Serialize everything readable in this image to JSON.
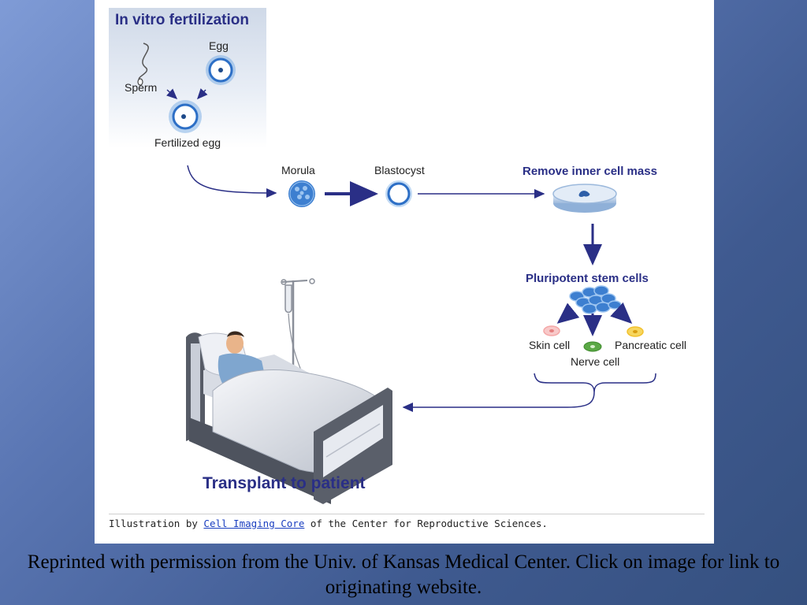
{
  "diagram": {
    "ivf_title": "In vitro fertilization",
    "egg": "Egg",
    "sperm": "Sperm",
    "fertilized_egg": "Fertilized egg",
    "morula": "Morula",
    "blastocyst": "Blastocyst",
    "remove_inner_cell_mass": "Remove inner cell mass",
    "pluripotent_stem_cells": "Pluripotent stem cells",
    "skin_cell": "Skin cell",
    "nerve_cell": "Nerve cell",
    "pancreatic_cell": "Pancreatic cell",
    "transplant": "Transplant to patient"
  },
  "credit": {
    "prefix": "Illustration by ",
    "link": "Cell Imaging Core",
    "suffix": " of the Center for Reproductive Sciences."
  },
  "caption": {
    "text": "Reprinted with permission from the Univ. of Kansas Medical Center. Click on image for link to originating website."
  },
  "colors": {
    "navy": "#2a2f86",
    "cell_blue": "#2d6fc6",
    "skin_cell": "#f4a7a7",
    "nerve_cell": "#5aa845",
    "pancreatic_cell": "#f2c12e"
  }
}
